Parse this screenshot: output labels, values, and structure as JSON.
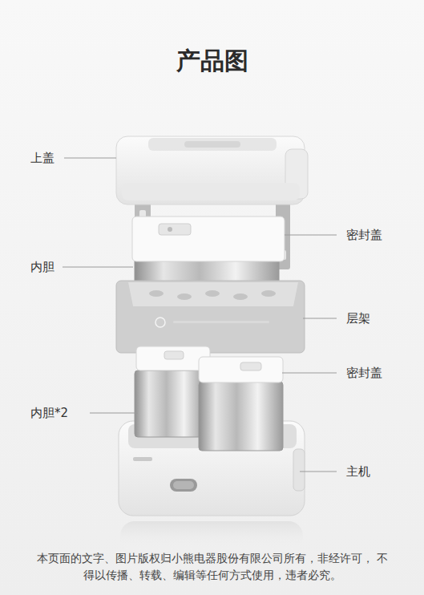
{
  "diagram": {
    "title": "产品图",
    "labels": [
      "上盖",
      "密封盖",
      "内胆",
      "层架",
      "密封盖",
      "内胆*2",
      "主机"
    ],
    "caption": "本页面的文字、图片版权归小熊电器股份有限公司所有，非经许可， 不得以传播、转载、编辑等任何方式使用，违者必究。"
  }
}
